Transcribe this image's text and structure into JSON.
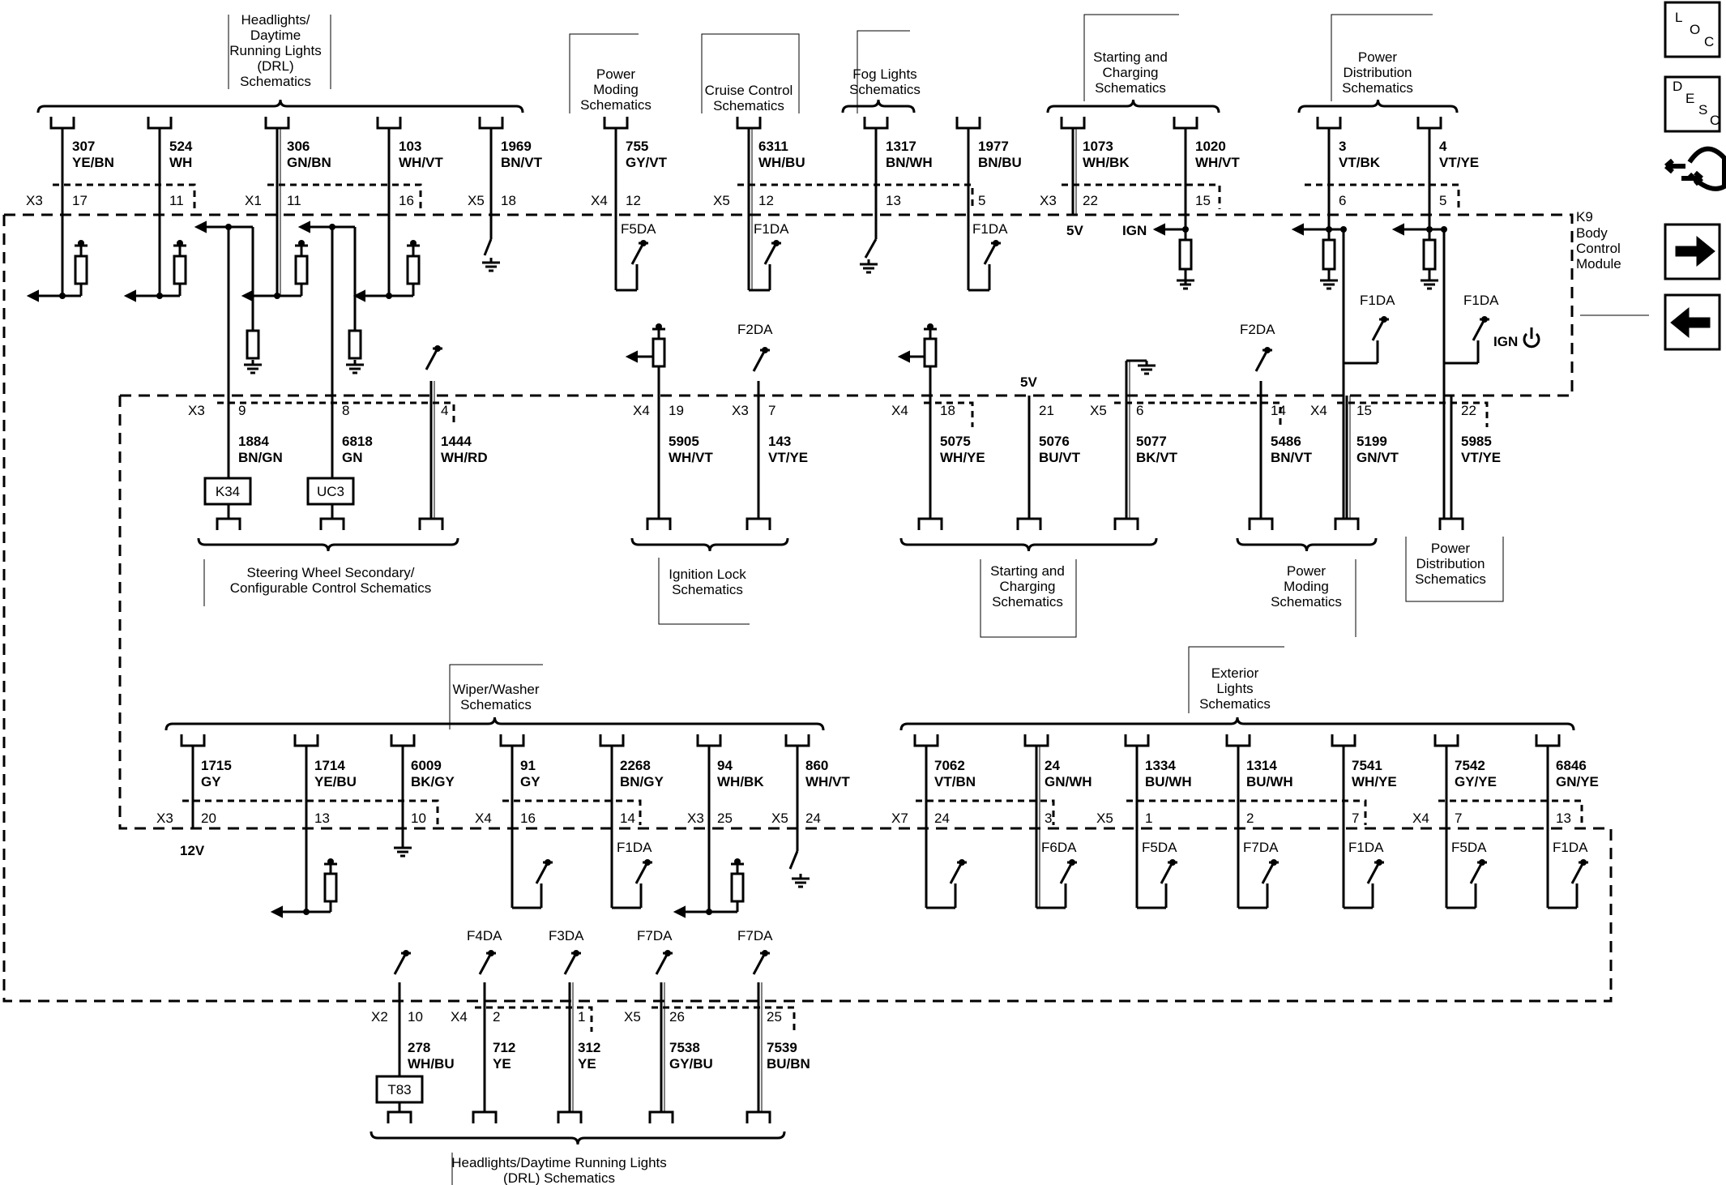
{
  "module": {
    "ref": "K9",
    "name_lines": [
      "Body",
      "Control",
      "Module"
    ]
  },
  "nav": {
    "loc": {
      "label": [
        "L",
        "O",
        "C"
      ]
    },
    "desc": {
      "label": [
        "D",
        "E",
        "S",
        "C"
      ]
    }
  },
  "groups": {
    "g_headlights_top": [
      "Headlights/",
      "Daytime",
      "Running Lights",
      "(DRL)",
      "Schematics"
    ],
    "g_power_moding_top": [
      "Power",
      "Moding",
      "Schematics"
    ],
    "g_cruise": [
      "Cruise Control",
      "Schematics"
    ],
    "g_fog": [
      "Fog Lights",
      "Schematics"
    ],
    "g_starting_top": [
      "Starting and",
      "Charging",
      "Schematics"
    ],
    "g_powerdist_top": [
      "Power",
      "Distribution",
      "Schematics"
    ],
    "g_steering": [
      "Steering Wheel Secondary/",
      "Configurable Control Schematics"
    ],
    "g_ignition": [
      "Ignition Lock",
      "Schematics"
    ],
    "g_starting_mid": [
      "Starting and",
      "Charging",
      "Schematics"
    ],
    "g_power_moding_mid": [
      "Power",
      "Moding",
      "Schematics"
    ],
    "g_powerdist_mid": [
      "Power",
      "Distribution",
      "Schematics"
    ],
    "g_wiper": [
      "Wiper/Washer",
      "Schematics"
    ],
    "g_exterior": [
      "Exterior",
      "Lights",
      "Schematics"
    ],
    "g_headlights_bottom": [
      "Headlights/Daytime Running Lights",
      "(DRL) Schematics"
    ]
  },
  "row1": {
    "connectors": [
      "X3",
      "X1",
      "X5",
      "X4",
      "X5",
      "X3"
    ],
    "pins": [
      {
        "circuit": "307",
        "color": "YE/BN",
        "pin": "17"
      },
      {
        "circuit": "524",
        "color": "WH",
        "pin": "11"
      },
      {
        "circuit": "306",
        "color": "GN/BN",
        "pin": "11"
      },
      {
        "circuit": "103",
        "color": "WH/VT",
        "pin": "16"
      },
      {
        "circuit": "1969",
        "color": "BN/VT",
        "pin": "18"
      },
      {
        "circuit": "755",
        "color": "GY/VT",
        "pin": "12"
      },
      {
        "circuit": "6311",
        "color": "WH/BU",
        "pin": "12"
      },
      {
        "circuit": "1317",
        "color": "BN/WH",
        "pin": "13"
      },
      {
        "circuit": "1977",
        "color": "BN/BU",
        "pin": "5"
      },
      {
        "circuit": "1073",
        "color": "WH/BK",
        "pin": "22"
      },
      {
        "circuit": "1020",
        "color": "WH/VT",
        "pin": "15"
      },
      {
        "circuit": "3",
        "color": "VT/BK",
        "pin": "6"
      },
      {
        "circuit": "4",
        "color": "VT/YE",
        "pin": "5"
      }
    ],
    "fuses": [
      "F5DA",
      "F1DA",
      "F1DA",
      "F1DA",
      "F1DA"
    ],
    "volt_5v": "5V",
    "ign": "IGN"
  },
  "row2": {
    "connectors": [
      "X3",
      "X4",
      "X3",
      "X4",
      "X5",
      "X4"
    ],
    "pins": [
      {
        "circuit": "1884",
        "color": "BN/GN",
        "pin": "9"
      },
      {
        "circuit": "6818",
        "color": "GN",
        "pin": "8"
      },
      {
        "circuit": "1444",
        "color": "WH/RD",
        "pin": "4"
      },
      {
        "circuit": "5905",
        "color": "WH/VT",
        "pin": "19"
      },
      {
        "circuit": "143",
        "color": "VT/YE",
        "pin": "7"
      },
      {
        "circuit": "5075",
        "color": "WH/YE",
        "pin": "18"
      },
      {
        "circuit": "5076",
        "color": "BU/VT",
        "pin": "21"
      },
      {
        "circuit": "5077",
        "color": "BK/VT",
        "pin": "6"
      },
      {
        "circuit": "5486",
        "color": "BN/VT",
        "pin": "14"
      },
      {
        "circuit": "5199",
        "color": "GN/VT",
        "pin": "15"
      },
      {
        "circuit": "5985",
        "color": "VT/YE",
        "pin": "22"
      }
    ],
    "fuses": [
      "F2DA",
      "F2DA"
    ],
    "volt_5v": "5V",
    "ign": "IGN",
    "components": [
      "K34",
      "UC3"
    ]
  },
  "row3": {
    "connectors": [
      "X3",
      "X4",
      "X3",
      "X5",
      "X7",
      "X5",
      "X4"
    ],
    "pins": [
      {
        "circuit": "1715",
        "color": "GY",
        "pin": "20"
      },
      {
        "circuit": "1714",
        "color": "YE/BU",
        "pin": "13"
      },
      {
        "circuit": "6009",
        "color": "BK/GY",
        "pin": "10"
      },
      {
        "circuit": "91",
        "color": "GY",
        "pin": "16"
      },
      {
        "circuit": "2268",
        "color": "BN/GY",
        "pin": "14"
      },
      {
        "circuit": "94",
        "color": "WH/BK",
        "pin": "25"
      },
      {
        "circuit": "860",
        "color": "WH/VT",
        "pin": "24"
      },
      {
        "circuit": "7062",
        "color": "VT/BN",
        "pin": "24"
      },
      {
        "circuit": "24",
        "color": "GN/WH",
        "pin": "3"
      },
      {
        "circuit": "1334",
        "color": "BU/WH",
        "pin": "1"
      },
      {
        "circuit": "1314",
        "color": "BU/WH",
        "pin": "2"
      },
      {
        "circuit": "7541",
        "color": "WH/YE",
        "pin": "7"
      },
      {
        "circuit": "7542",
        "color": "GY/YE",
        "pin": "7"
      },
      {
        "circuit": "6846",
        "color": "GN/YE",
        "pin": "13"
      }
    ],
    "fuses": [
      "F1DA",
      "F6DA",
      "F5DA",
      "F7DA",
      "F1DA",
      "F5DA",
      "F1DA"
    ],
    "volt_12v": "12V"
  },
  "row4": {
    "connectors": [
      "X2",
      "X4",
      "X5"
    ],
    "pins": [
      {
        "circuit": "278",
        "color": "WH/BU",
        "pin": "10"
      },
      {
        "circuit": "712",
        "color": "YE",
        "pin": "2"
      },
      {
        "circuit": "312",
        "color": "YE",
        "pin": "1"
      },
      {
        "circuit": "7538",
        "color": "GY/BU",
        "pin": "26"
      },
      {
        "circuit": "7539",
        "color": "BU/BN",
        "pin": "25"
      }
    ],
    "fuses": [
      "F4DA",
      "F3DA",
      "F7DA",
      "F7DA"
    ],
    "component": "T83"
  }
}
